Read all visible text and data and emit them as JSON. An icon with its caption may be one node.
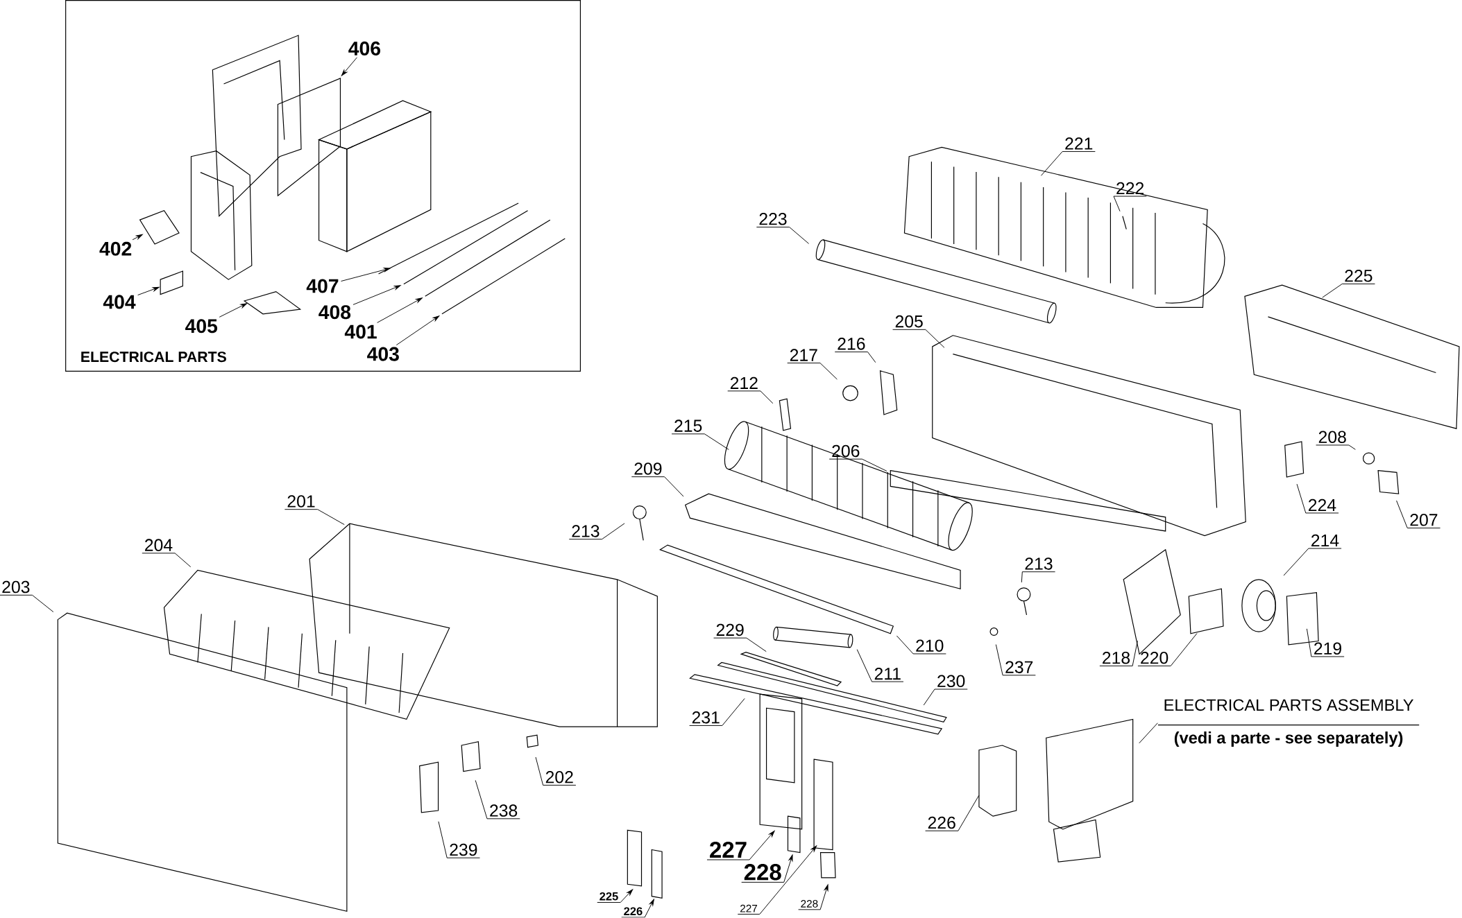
{
  "diagram": {
    "nodes": [
      {
        "text": [
          "ELECTRICAL PARTS"
        ]
      },
      {
        "text": [
          "406"
        ],
        "in": 0
      },
      {
        "text": [
          "402"
        ],
        "in": 0
      },
      {
        "text": [
          "407"
        ],
        "in": 0
      },
      {
        "text": [
          "404"
        ],
        "in": 0
      },
      {
        "text": [
          "408"
        ],
        "in": 0
      },
      {
        "text": [
          "405"
        ],
        "in": 0
      },
      {
        "text": [
          "401"
        ],
        "in": 0
      },
      {
        "text": [
          "403"
        ],
        "in": 0
      },
      {
        "text": [
          "221"
        ]
      },
      {
        "text": [
          "222"
        ]
      },
      {
        "text": [
          "223"
        ]
      },
      {
        "text": [
          "225"
        ]
      },
      {
        "text": [
          "205"
        ]
      },
      {
        "text": [
          "216"
        ]
      },
      {
        "text": [
          "217"
        ]
      },
      {
        "text": [
          "212"
        ]
      },
      {
        "text": [
          "215"
        ]
      },
      {
        "text": [
          "208"
        ]
      },
      {
        "text": [
          "206"
        ]
      },
      {
        "text": [
          "209"
        ]
      },
      {
        "text": [
          "201"
        ]
      },
      {
        "text": [
          "224"
        ]
      },
      {
        "text": [
          "207"
        ]
      },
      {
        "text": [
          "213"
        ]
      },
      {
        "text": [
          "214"
        ]
      },
      {
        "text": [
          "204"
        ]
      },
      {
        "text": [
          "213"
        ]
      },
      {
        "text": [
          "203"
        ]
      },
      {
        "text": [
          "229"
        ]
      },
      {
        "text": [
          "210"
        ]
      },
      {
        "text": [
          "219"
        ]
      },
      {
        "text": [
          "218"
        ]
      },
      {
        "text": [
          "220"
        ]
      },
      {
        "text": [
          "237"
        ]
      },
      {
        "text": [
          "211"
        ]
      },
      {
        "text": [
          "230"
        ]
      },
      {
        "text": [
          "ELECTRICAL PARTS ASSEMBLY",
          "(vedi a parte - see separately)"
        ]
      },
      {
        "text": [
          "231"
        ]
      },
      {
        "text": [
          "202"
        ]
      },
      {
        "text": [
          "238"
        ]
      },
      {
        "text": [
          "226"
        ]
      },
      {
        "text": [
          "239"
        ]
      },
      {
        "text": [
          "227"
        ]
      },
      {
        "text": [
          "228"
        ]
      },
      {
        "text": [
          "227"
        ]
      },
      {
        "text": [
          "228"
        ]
      },
      {
        "text": [
          "225"
        ]
      },
      {
        "text": [
          "226"
        ]
      }
    ],
    "edges": [
      {
        "from": 1,
        "to": null,
        "arrow": "to"
      },
      {
        "from": 2,
        "to": null,
        "arrow": "to"
      },
      {
        "from": 3,
        "to": null,
        "arrow": "to"
      },
      {
        "from": 4,
        "to": null,
        "arrow": "to"
      },
      {
        "from": 5,
        "to": null,
        "arrow": "to"
      },
      {
        "from": 6,
        "to": null,
        "arrow": "to"
      },
      {
        "from": 7,
        "to": null,
        "arrow": "to"
      },
      {
        "from": 8,
        "to": null,
        "arrow": "to"
      },
      {
        "from": 9,
        "to": null,
        "arrow": "none"
      },
      {
        "from": 10,
        "to": null,
        "arrow": "none"
      },
      {
        "from": 11,
        "to": null,
        "arrow": "none"
      },
      {
        "from": 12,
        "to": null,
        "arrow": "none"
      },
      {
        "from": 13,
        "to": null,
        "arrow": "none"
      },
      {
        "from": 14,
        "to": null,
        "arrow": "none"
      },
      {
        "from": 15,
        "to": null,
        "arrow": "none"
      },
      {
        "from": 16,
        "to": null,
        "arrow": "none"
      },
      {
        "from": 17,
        "to": null,
        "arrow": "none"
      },
      {
        "from": 18,
        "to": null,
        "arrow": "none"
      },
      {
        "from": 19,
        "to": null,
        "arrow": "none"
      },
      {
        "from": 20,
        "to": null,
        "arrow": "none"
      },
      {
        "from": 21,
        "to": null,
        "arrow": "none"
      },
      {
        "from": 22,
        "to": null,
        "arrow": "none"
      },
      {
        "from": 23,
        "to": null,
        "arrow": "none"
      },
      {
        "from": 24,
        "to": null,
        "arrow": "none"
      },
      {
        "from": 25,
        "to": null,
        "arrow": "none"
      },
      {
        "from": 26,
        "to": null,
        "arrow": "none"
      },
      {
        "from": 27,
        "to": null,
        "arrow": "none"
      },
      {
        "from": 28,
        "to": null,
        "arrow": "none"
      },
      {
        "from": 29,
        "to": null,
        "arrow": "none"
      },
      {
        "from": 30,
        "to": null,
        "arrow": "none"
      },
      {
        "from": 31,
        "to": null,
        "arrow": "none"
      },
      {
        "from": 32,
        "to": null,
        "arrow": "none"
      },
      {
        "from": 33,
        "to": null,
        "arrow": "none"
      },
      {
        "from": 34,
        "to": null,
        "arrow": "none"
      },
      {
        "from": 35,
        "to": null,
        "arrow": "none"
      },
      {
        "from": 36,
        "to": null,
        "arrow": "none"
      },
      {
        "from": 37,
        "to": null,
        "arrow": "none"
      },
      {
        "from": 38,
        "to": null,
        "arrow": "none"
      },
      {
        "from": 39,
        "to": null,
        "arrow": "none"
      },
      {
        "from": 40,
        "to": null,
        "arrow": "none"
      },
      {
        "from": 41,
        "to": null,
        "arrow": "none"
      },
      {
        "from": 42,
        "to": null,
        "arrow": "none"
      },
      {
        "from": 43,
        "to": null,
        "arrow": "to"
      },
      {
        "from": 44,
        "to": null,
        "arrow": "to"
      },
      {
        "from": 45,
        "to": null,
        "arrow": "to"
      },
      {
        "from": 46,
        "to": null,
        "arrow": "to"
      },
      {
        "from": 47,
        "to": null,
        "arrow": "to"
      },
      {
        "from": 48,
        "to": null,
        "arrow": "to"
      }
    ]
  }
}
